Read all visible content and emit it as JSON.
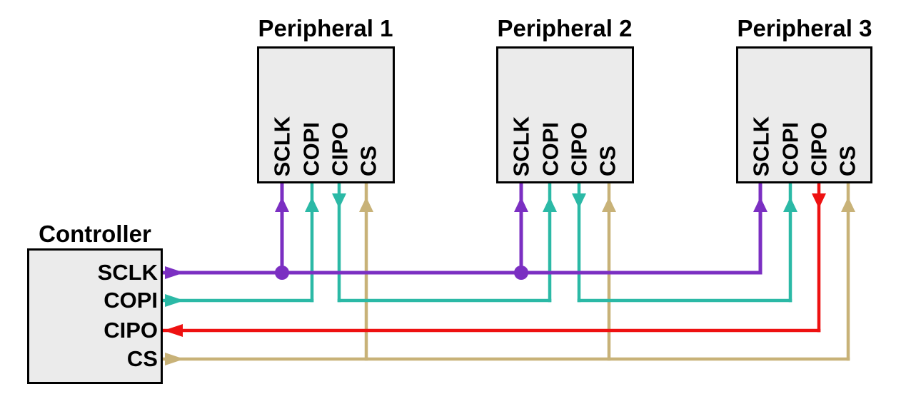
{
  "diagram": {
    "background": "#ffffff",
    "box_fill": "#ebebeb",
    "box_border": "#000000",
    "controller": {
      "title": "Controller",
      "pins": [
        "SCLK",
        "COPI",
        "CIPO",
        "CS"
      ]
    },
    "peripherals": [
      {
        "title": "Peripheral 1",
        "pins": [
          "SCLK",
          "COPI",
          "CIPO",
          "CS"
        ]
      },
      {
        "title": "Peripheral 2",
        "pins": [
          "SCLK",
          "COPI",
          "CIPO",
          "CS"
        ]
      },
      {
        "title": "Peripheral 3",
        "pins": [
          "SCLK",
          "COPI",
          "CIPO",
          "CS"
        ]
      }
    ],
    "signals": [
      {
        "name": "SCLK",
        "color": "#7b2fc2"
      },
      {
        "name": "COPI",
        "color": "#2bb9a6"
      },
      {
        "name": "CIPO",
        "color": "#ee1111"
      },
      {
        "name": "CS",
        "color": "#c8b278"
      }
    ]
  }
}
